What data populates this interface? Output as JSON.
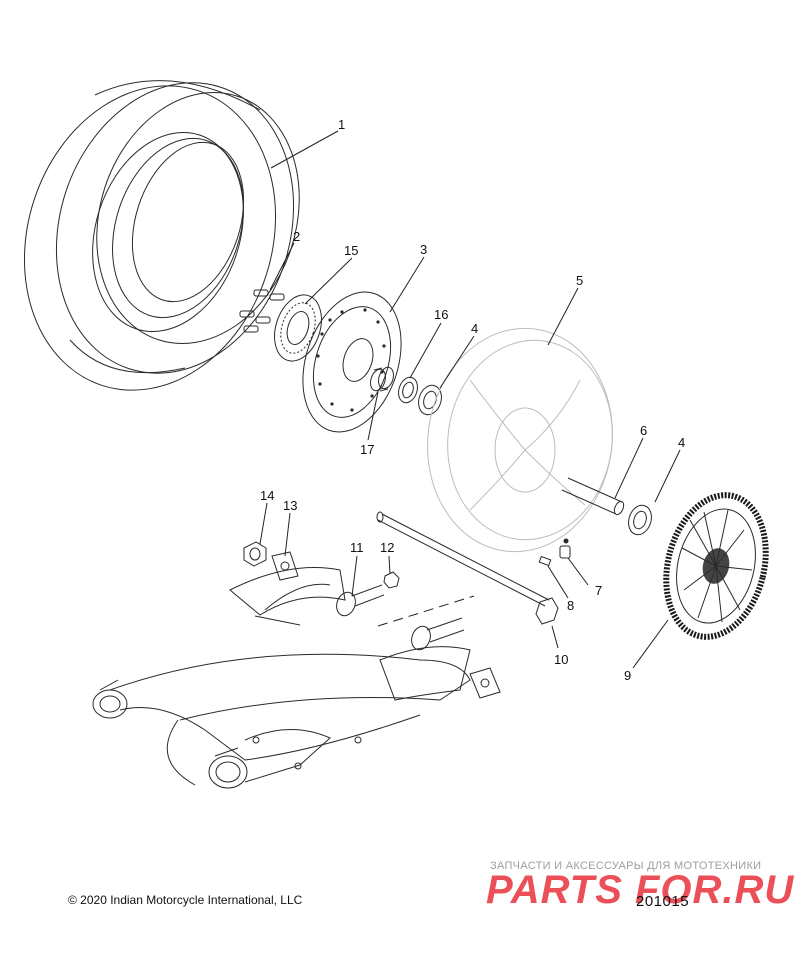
{
  "callouts": [
    "1",
    "2",
    "3",
    "4",
    "4",
    "5",
    "6",
    "7",
    "8",
    "9",
    "10",
    "11",
    "12",
    "13",
    "14",
    "15",
    "16",
    "17"
  ],
  "copyright": "© 2020 Indian Motorcycle International, LLC",
  "figure_id": "201015",
  "watermark": {
    "tagline": "ЗАПЧАСТИ И АКСЕССУАРЫ ДЛЯ МОТОТЕХНИКИ",
    "logo": "PARTS FOR.RU"
  },
  "colors": {
    "line": "#2a2a2a",
    "ghost": "#bdbdbd",
    "watermark": "#e61f2a"
  }
}
